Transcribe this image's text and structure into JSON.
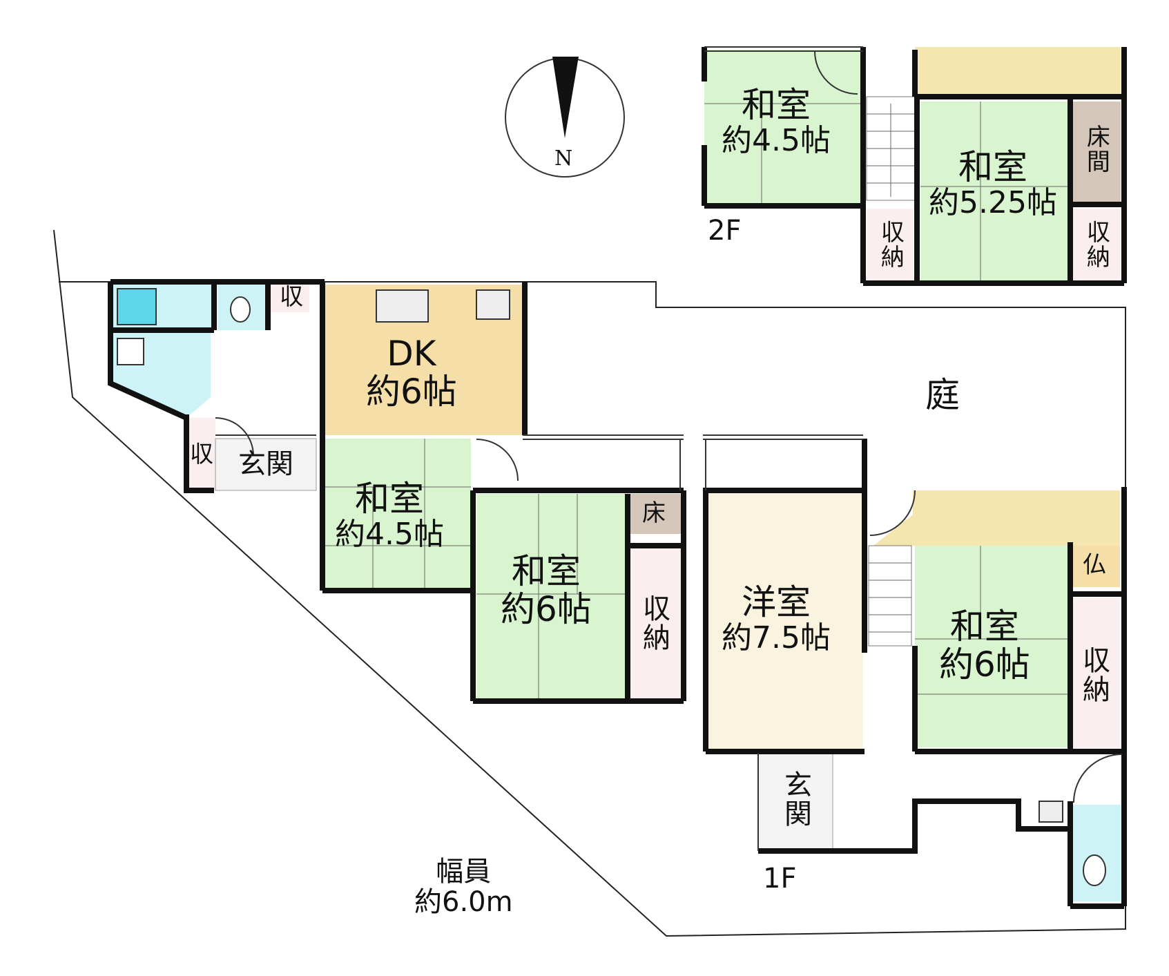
{
  "compass": {
    "north_label": "N"
  },
  "floors": {
    "first": "1F",
    "second": "2F"
  },
  "road": {
    "label": "幅員",
    "width": "約6.0m"
  },
  "garden": "庭",
  "second_floor": {
    "washitsu_a": {
      "name": "和室",
      "size": "約4.5帖"
    },
    "washitsu_b": {
      "name": "和室",
      "size": "約5.25帖"
    },
    "tokonoma": "床間",
    "storage_left": "収納",
    "storage_right": "収納"
  },
  "first_floor": {
    "dk": {
      "name": "DK",
      "size": "約6帖"
    },
    "washitsu_45": {
      "name": "和室",
      "size": "約4.5帖"
    },
    "washitsu_6a": {
      "name": "和室",
      "size": "約6帖"
    },
    "yoshitsu": {
      "name": "洋室",
      "size": "約7.5帖"
    },
    "washitsu_6b": {
      "name": "和室",
      "size": "約6帖"
    },
    "entrance_left": "玄関",
    "entrance_right": "玄関",
    "storage_small_top": "収",
    "storage_small_left": "収",
    "tokonoma": "床",
    "butsudan": "仏",
    "storage_center": "収納",
    "storage_right": "収納"
  },
  "colors": {
    "tatami": "#d9f5cf",
    "dk": "#f5dea8",
    "yoshitsu": "#faf3e0",
    "storage": "#fbeeee",
    "wet": "#cdf3f7",
    "wood": "#f5e6b0",
    "wall": "#111111"
  }
}
